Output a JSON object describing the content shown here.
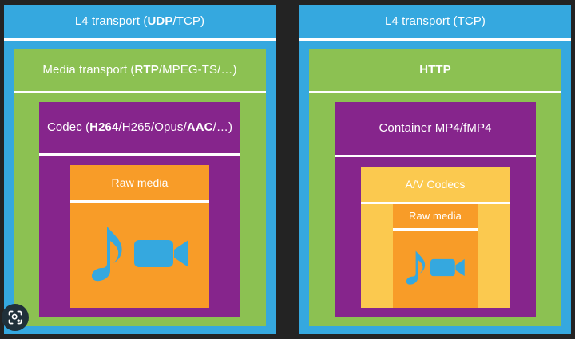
{
  "palette": {
    "background": "#232323",
    "blue": "#35a8df",
    "green": "#8cc152",
    "purple": "#86258c",
    "orange": "#f89c28",
    "yellow": "#fbc94f",
    "white": "#ffffff"
  },
  "diagram": {
    "type": "layered-stack-comparison",
    "panels": [
      {
        "id": "rtp-stack",
        "l4": {
          "text_parts": [
            {
              "t": "L4 transport (",
              "bold": false
            },
            {
              "t": "UDP",
              "bold": true
            },
            {
              "t": "/TCP)",
              "bold": false
            }
          ],
          "plain": "L4 transport (UDP/TCP)",
          "color": "#35a8df"
        },
        "media": {
          "text_parts": [
            {
              "t": "Media transport (",
              "bold": false
            },
            {
              "t": "RTP",
              "bold": true
            },
            {
              "t": "/MPEG-TS/…)",
              "bold": false
            }
          ],
          "plain": "Media transport (RTP/MPEG-TS/…)",
          "color": "#8cc152"
        },
        "codec": {
          "text_parts": [
            {
              "t": "Codec (",
              "bold": false
            },
            {
              "t": "H264",
              "bold": true
            },
            {
              "t": "/H265/Opus/",
              "bold": false
            },
            {
              "t": "AAC",
              "bold": true
            },
            {
              "t": "/…)",
              "bold": false
            }
          ],
          "plain": "Codec (H264/H265/Opus/AAC/…)",
          "color": "#86258c"
        },
        "raw": {
          "plain": "Raw media",
          "color": "#f89c28"
        }
      },
      {
        "id": "http-stack",
        "l4": {
          "text_parts": [
            {
              "t": "L4 transport (TCP)",
              "bold": false
            }
          ],
          "plain": "L4 transport (TCP)",
          "color": "#35a8df"
        },
        "media": {
          "text_parts": [
            {
              "t": "HTTP",
              "bold": true
            }
          ],
          "plain": "HTTP",
          "color": "#8cc152"
        },
        "container": {
          "text_parts": [
            {
              "t": "Container MP4/fMP4",
              "bold": false
            }
          ],
          "plain": "Container MP4/fMP4",
          "color": "#86258c"
        },
        "codecs": {
          "plain": "A/V Codecs",
          "color": "#fbc94f"
        },
        "raw": {
          "plain": "Raw media",
          "color": "#f89c28"
        }
      }
    ],
    "icons": {
      "audio": "music-note-icon",
      "video": "video-camera-icon",
      "lens": "google-lens-icon"
    }
  }
}
